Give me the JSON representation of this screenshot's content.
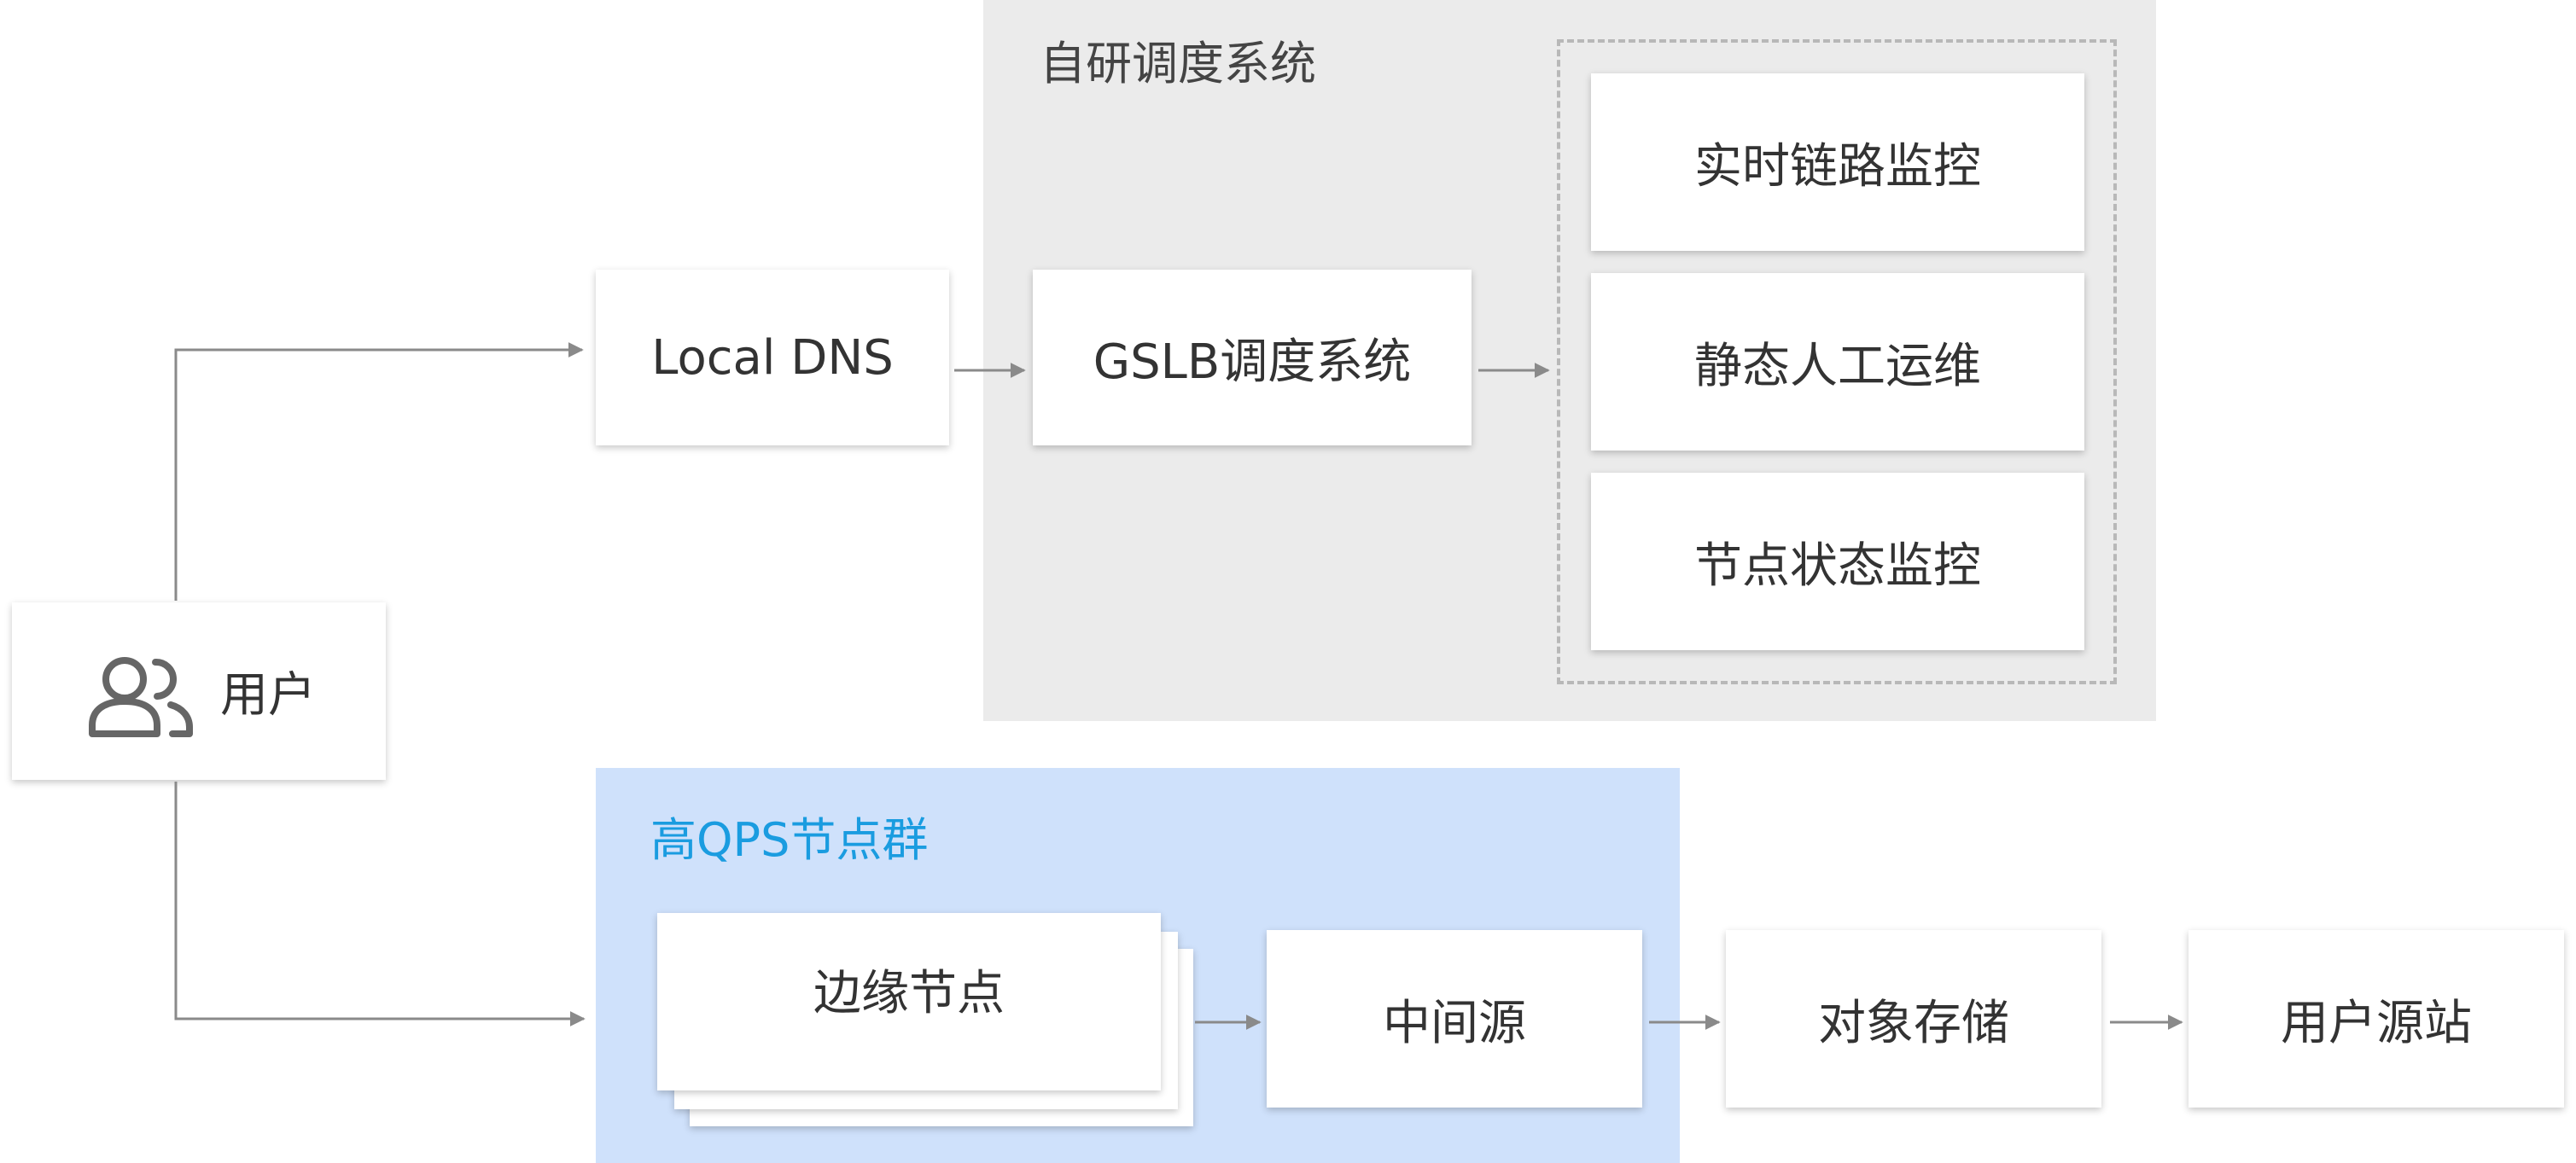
{
  "colors": {
    "gray_region": "#ebebeb",
    "blue_region": "#cfe1fb",
    "blue_title": "#1a9ce0",
    "text": "#333333",
    "connector": "#8a8a8a",
    "dashed_border": "#b8b8b8"
  },
  "user": {
    "label": "用户",
    "icon": "users-icon"
  },
  "local_dns": {
    "label": "Local DNS"
  },
  "scheduling_system": {
    "title": "自研调度系统",
    "gslb": {
      "label": "GSLB调度系统"
    },
    "monitors": [
      {
        "label": "实时链路监控"
      },
      {
        "label": "静态人工运维"
      },
      {
        "label": "节点状态监控"
      }
    ]
  },
  "node_cluster": {
    "title": "高QPS节点群",
    "edge_node": {
      "label": "边缘节点"
    },
    "middle_origin": {
      "label": "中间源"
    }
  },
  "object_storage": {
    "label": "对象存储"
  },
  "user_origin": {
    "label": "用户源站"
  }
}
